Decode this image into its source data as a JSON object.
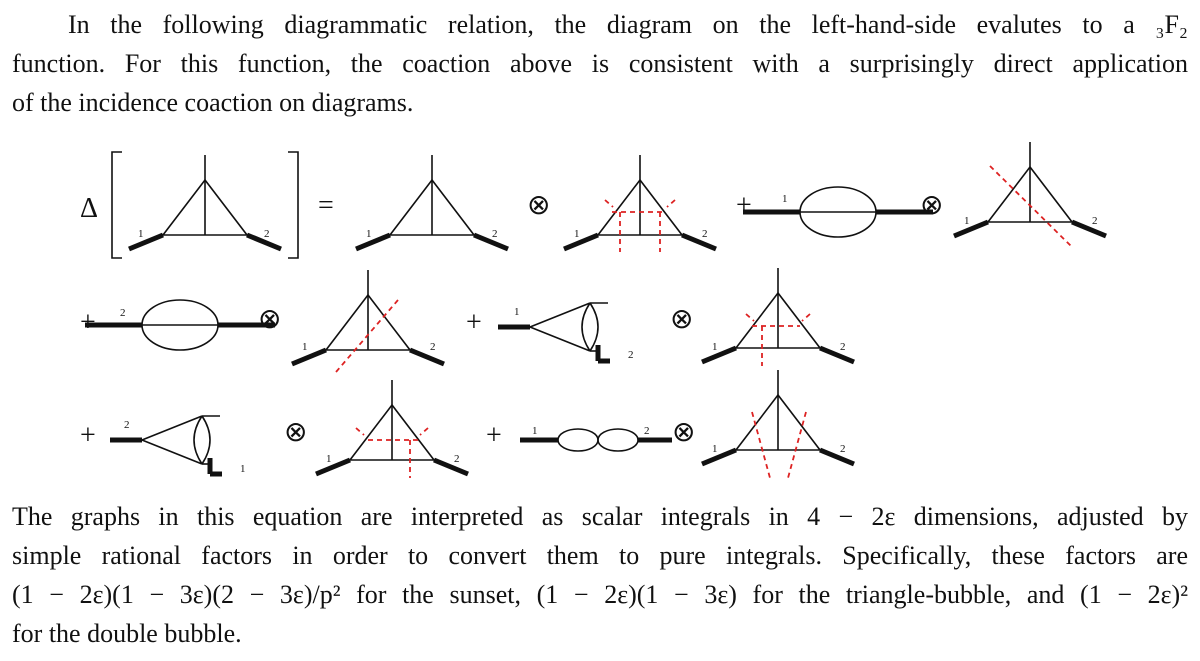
{
  "paragraph_top": {
    "lines": [
      "In the following diagrammatic relation, the diagram on the left-hand-side evalutes to a ₃F₂",
      "function. For this function, the coaction above is consistent with a surprisingly direct application",
      "of the incidence coaction on diagrams."
    ]
  },
  "equation": {
    "delta": "Δ",
    "equals": "=",
    "otimes": "⊗",
    "plus": "+",
    "leg_labels": {
      "one": "1",
      "two": "2"
    }
  },
  "paragraph_bottom": {
    "lines": [
      "The graphs in this equation are interpreted as scalar integrals in 4 − 2ε dimensions, adjusted by",
      "simple rational factors in order to convert them to pure integrals. Specifically, these factors are",
      "(1 − 2ε)(1 − 3ε)(2 − 3ε)/p² for the sunset, (1 − 2ε)(1 − 3ε) for the triangle-bubble, and (1 − 2ε)²",
      "for the double bubble."
    ]
  },
  "colors": {
    "text": "#111111",
    "cut": "#dd2222"
  }
}
